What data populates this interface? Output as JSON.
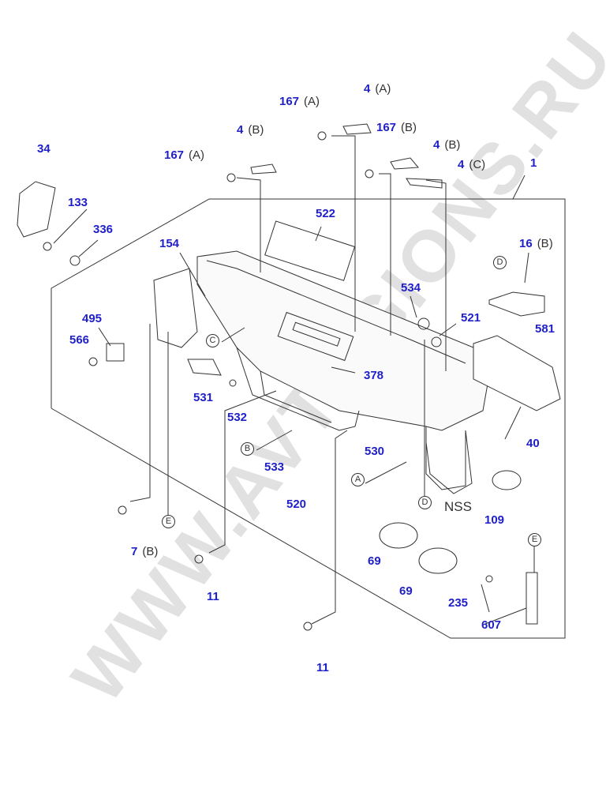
{
  "watermark": "WWW.AVTOGIONS.RU",
  "labels": {
    "p34": "34",
    "p133": "133",
    "p336": "336",
    "p154": "154",
    "p495": "495",
    "p566": "566",
    "p531": "531",
    "p532": "532",
    "p533": "533",
    "p520": "520",
    "p530": "530",
    "p7": "7",
    "p7s": "(B)",
    "p11a": "11",
    "p11b": "11",
    "p167a1": "167",
    "p167a1s": "(A)",
    "p4b1": "4",
    "p4b1s": "(B)",
    "p167a2": "167",
    "p167a2s": "(A)",
    "p4a": "4",
    "p4as": "(A)",
    "p167b": "167",
    "p167bs": "(B)",
    "p4b2": "4",
    "p4b2s": "(B)",
    "p4c": "4",
    "p4cs": "(C)",
    "p1": "1",
    "p522": "522",
    "p534": "534",
    "p521": "521",
    "p16": "16",
    "p16s": "(B)",
    "p581": "581",
    "p40": "40",
    "p378": "378",
    "p109": "109",
    "p69a": "69",
    "p69b": "69",
    "p235": "235",
    "p607": "607"
  },
  "refs": {
    "A": "A",
    "B": "B",
    "C": "C",
    "D1": "D",
    "D2": "D",
    "E1": "E",
    "E2": "E"
  },
  "nss": "NSS",
  "colors": {
    "label": "#2020c8",
    "line": "#333333"
  }
}
